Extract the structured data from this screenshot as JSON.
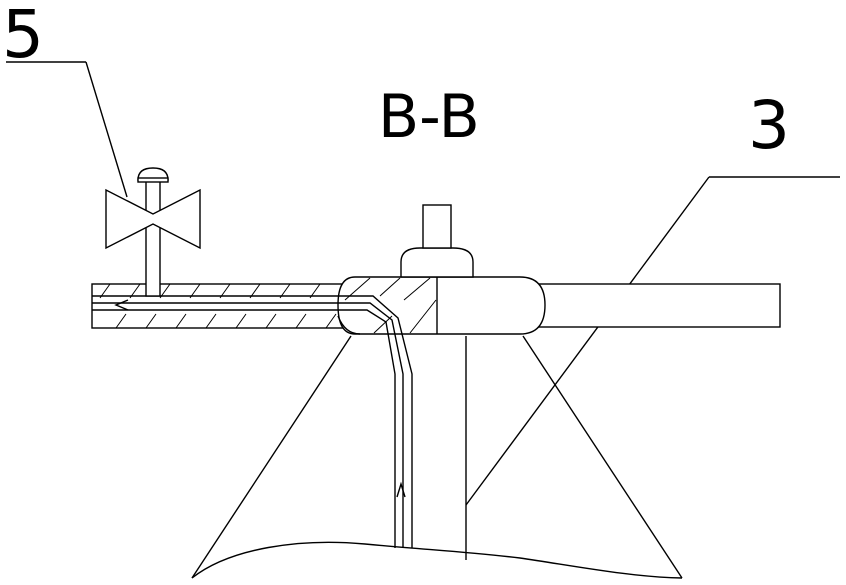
{
  "labels": {
    "section_title": "B-B",
    "callout_5": "5",
    "callout_3": "3"
  },
  "colors": {
    "line": "#000000",
    "background": "#ffffff"
  }
}
